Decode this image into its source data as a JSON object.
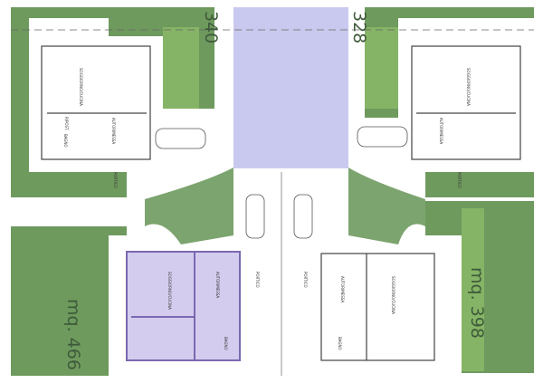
{
  "colors": {
    "lawn": "#6e9a5e",
    "lawn_light": "#8fbf6a",
    "road": "#c9c9ef",
    "paving": "#ffffff",
    "lines": "#555555",
    "highlight": "#9a88c8"
  },
  "lot_labels": {
    "top_left": "340",
    "top_right": "328",
    "bottom_left": "mq. 466",
    "bottom_right": "mq. 398"
  },
  "rooms": {
    "living": "SOGGIORNO/CUCINA",
    "garage": "AUTORIMESSA",
    "bath": "BAGNO",
    "storage": "RIPOST.",
    "porch": "PORTICO"
  }
}
